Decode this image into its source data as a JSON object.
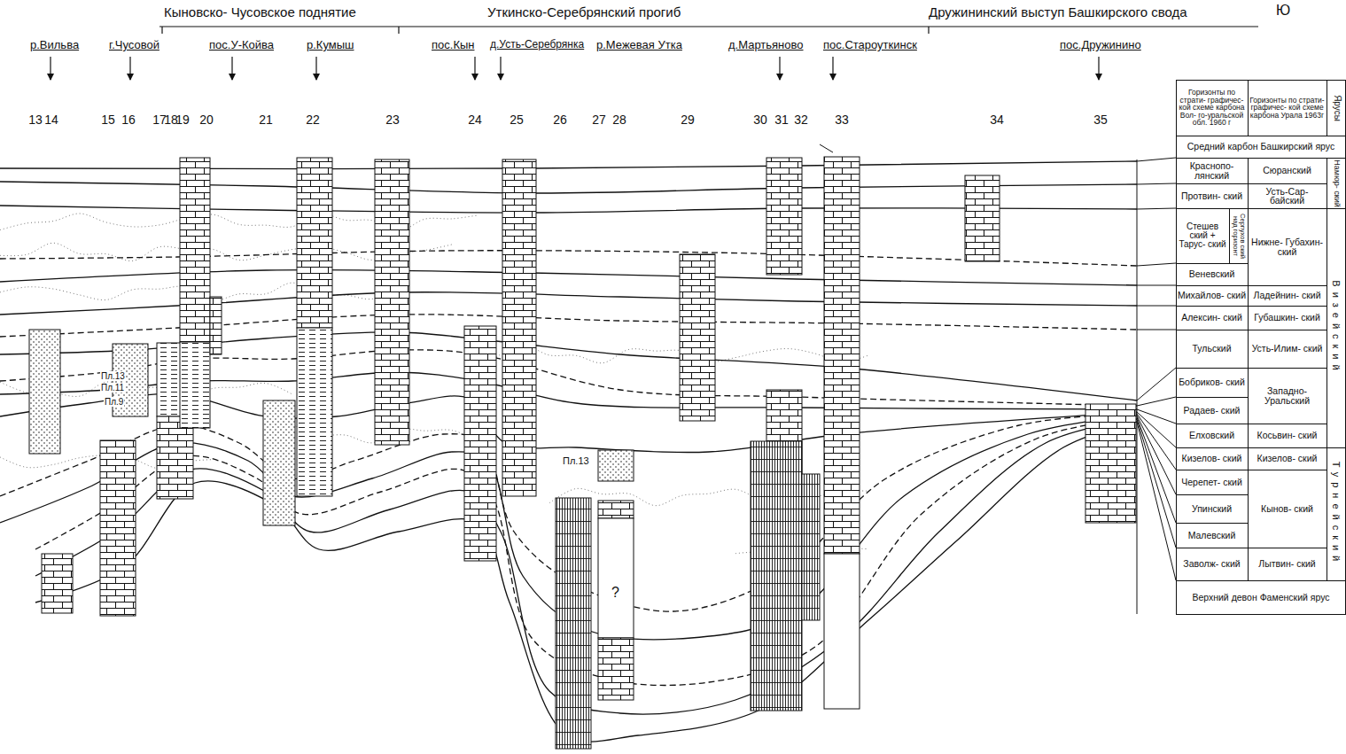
{
  "diagram": {
    "labels": [
      "Кыновско- Чусовское поднятие",
      "Уткинско-Серебрянский прогиб",
      "Дружининский выступ Башкирского свода",
      "Ю",
      "р.Вильва",
      "г.Чусовой",
      "пос.У-Койва",
      "р.Кумыш",
      "пос.Кын",
      "д.Усть-Серебрянка",
      "р.Межевая Утка",
      "д.Мартьяново",
      "пос.Староуткинск",
      "пос.Дружинино",
      "13",
      "14",
      "15",
      "16",
      "17",
      "18",
      "19",
      "20",
      "21",
      "22",
      "23",
      "24",
      "25",
      "26",
      "27",
      "28",
      "29",
      "30",
      "31",
      "32",
      "33",
      "34",
      "35",
      "Пл.13",
      "Пл.11",
      "Пл.9",
      "Пл.13",
      "?",
      "Горизонты по страти- графичес- кой схеме карбона Вол- го-уральской обл. 1960 г",
      "Горизонты по страти- графичес- кой схеме карбона Урала 1963г",
      "Ярусы",
      "Средний карбон Башкирский ярус",
      "Краснопо- лянский",
      "Сюранский",
      "Намюр- ский",
      "Протвин- ский",
      "Усть-Сар- байский",
      "Стешев ский + Тарус- ский",
      "Серпухов ский над горизонт",
      "Нижне- Губахин- ский",
      "Веневский",
      "Михайлов- ский",
      "Ладейнин- ский",
      "Алексин- ский",
      "Губашкин- ский",
      "Тульский",
      "Усть-Илим- ский",
      "Бобриков- ский",
      "Западно- Уральский",
      "Радаев- ский",
      "Елховский",
      "Косьвин- ский",
      "Кизелов- ский",
      "Кизелов- ский",
      "Черепет- ский",
      "Кынов- ский",
      "Упинский",
      "Малевский",
      "Заволж- ский",
      "Лытвин- ский",
      "Визейский",
      "Турнейский",
      "Верхний девон Фаменский ярус"
    ]
  }
}
